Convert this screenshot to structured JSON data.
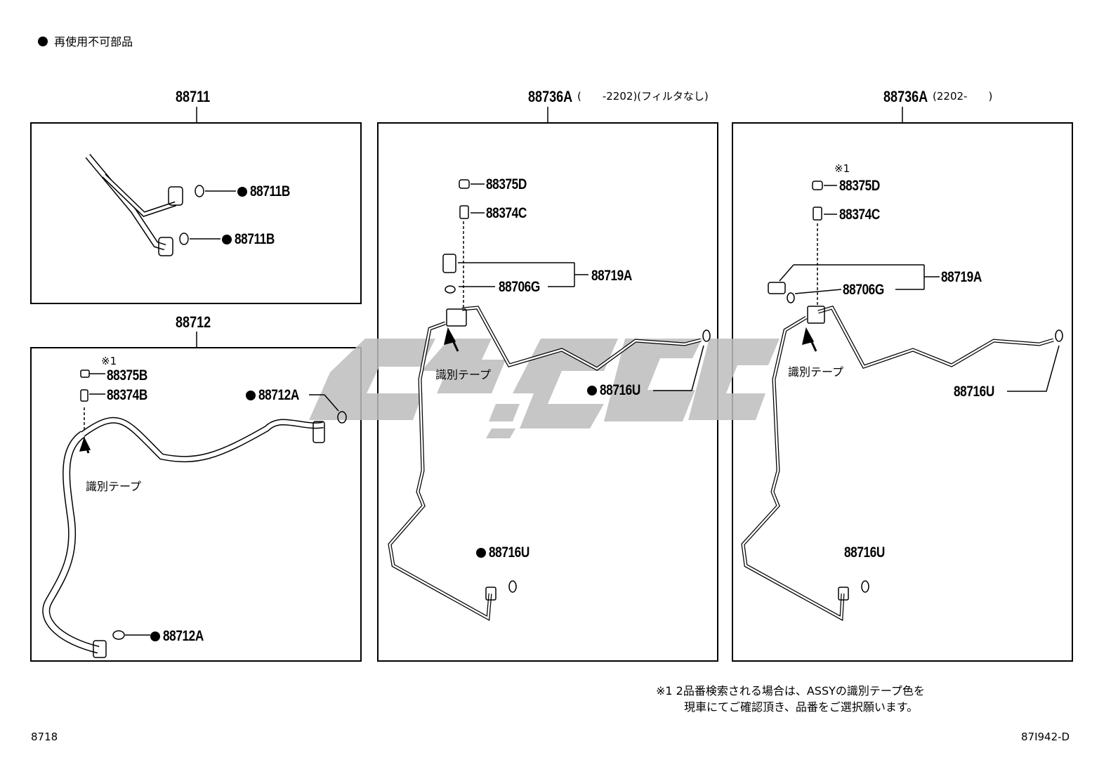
{
  "legend": {
    "dot_label": "再使用不可部品"
  },
  "panels": {
    "p88711": {
      "title": "88711",
      "labels": [
        "88711B",
        "88711B"
      ]
    },
    "p88712": {
      "title": "88712",
      "note_mark": "※1",
      "labels": {
        "a": "88375B",
        "b": "88374B",
        "c": "88712A",
        "d": "88712A"
      },
      "tape": "識別テープ"
    },
    "p88736a_1": {
      "title": "88736A",
      "title_suffix": "(　　-2202)(フィルタなし)",
      "labels": {
        "a": "88375D",
        "b": "88374C",
        "c": "88719A",
        "d": "88706G",
        "e": "88716U",
        "f": "88716U"
      },
      "tape": "識別テープ"
    },
    "p88736a_2": {
      "title": "88736A",
      "title_suffix": "(2202-　　)",
      "note_mark": "※1",
      "labels": {
        "a": "88375D",
        "b": "88374C",
        "c": "88719A",
        "d": "88706G",
        "e": "88716U",
        "f": "88716U"
      },
      "tape": "識別テープ"
    }
  },
  "footnote": {
    "line1": "※1  2品番検索される場合は、ASSYの識別テープ色を",
    "line2": "現車にてご確認頂き、品番をご選択願います。"
  },
  "footer": {
    "left": "8718",
    "right": "87I942-D"
  }
}
